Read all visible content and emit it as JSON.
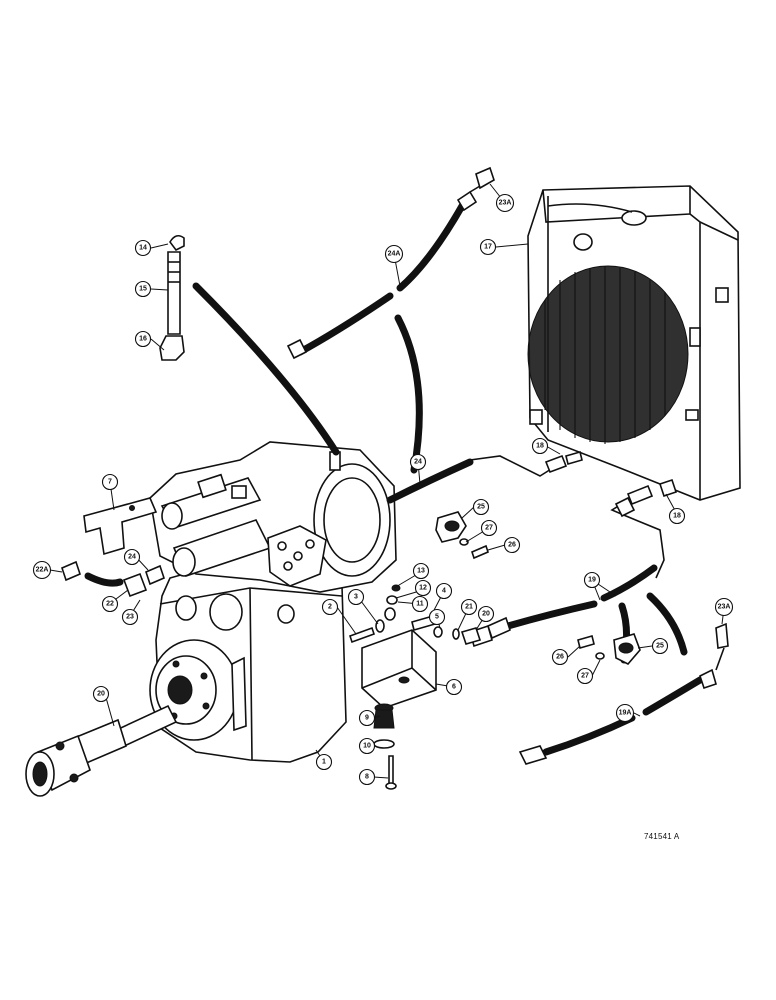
{
  "drawing_number": "741541 A",
  "callouts": [
    {
      "label": "1"
    },
    {
      "label": "2"
    },
    {
      "label": "3"
    },
    {
      "label": "4"
    },
    {
      "label": "5"
    },
    {
      "label": "6"
    },
    {
      "label": "7"
    },
    {
      "label": "8"
    },
    {
      "label": "9"
    },
    {
      "label": "10"
    },
    {
      "label": "11"
    },
    {
      "label": "12"
    },
    {
      "label": "13"
    },
    {
      "label": "14"
    },
    {
      "label": "15"
    },
    {
      "label": "16"
    },
    {
      "label": "17"
    },
    {
      "label": "18"
    },
    {
      "label": "18"
    },
    {
      "label": "19"
    },
    {
      "label": "19A"
    },
    {
      "label": "20"
    },
    {
      "label": "20"
    },
    {
      "label": "21"
    },
    {
      "label": "22"
    },
    {
      "label": "22A"
    },
    {
      "label": "23"
    },
    {
      "label": "23A"
    },
    {
      "label": "23A"
    },
    {
      "label": "24"
    },
    {
      "label": "24"
    },
    {
      "label": "24A"
    },
    {
      "label": "25"
    },
    {
      "label": "25"
    },
    {
      "label": "26"
    },
    {
      "label": "26"
    },
    {
      "label": "27"
    },
    {
      "label": "27"
    }
  ]
}
